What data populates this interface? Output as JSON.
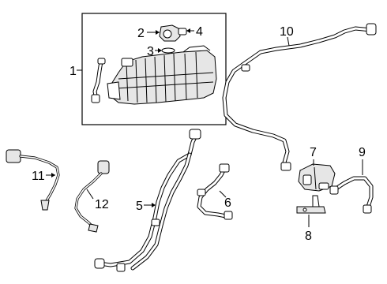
{
  "callouts": {
    "c1": "1",
    "c2": "2",
    "c3": "3",
    "c4": "4",
    "c5": "5",
    "c6": "6",
    "c7": "7",
    "c8": "8",
    "c9": "9",
    "c10": "10",
    "c11": "11",
    "c12": "12"
  },
  "colors": {
    "line": "#000000",
    "background": "#ffffff",
    "fill_shade": "#e6e6e6"
  }
}
